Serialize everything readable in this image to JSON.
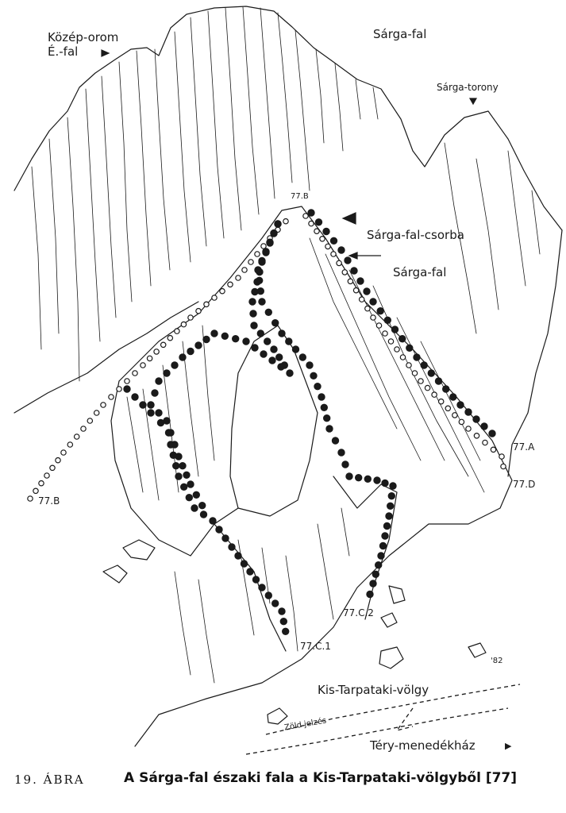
{
  "labels": {
    "kozep_orom": "Közép-orom",
    "e_fal": "É.-fal",
    "sarga_fal_top": "Sárga-fal",
    "sarga_torony": "Sárga-torony",
    "route_77b_top": "77.B",
    "sarga_fal_csorba": "Sárga-fal-csorba",
    "sarga_fal_mid": "Sárga-fal",
    "route_77a": "77.A",
    "route_77d": "77.D",
    "route_77b": "77.B",
    "route_77c2": "77.C.2",
    "route_77c1": "77.C.1",
    "year_mark": "'82",
    "kis_tarpataki_volgy": "Kis-Tarpataki-völgy",
    "zold_jelzes": "Zöld jelzés",
    "tery_menedekhaz": "Téry-menedékház"
  },
  "caption": {
    "figure_number": "19. ÁBRA",
    "title": "A Sárga-fal északi fala a Kis-Tarpataki-völgyből [77]"
  },
  "colors": {
    "ink": "#1a1a1a",
    "paper": "#ffffff"
  }
}
